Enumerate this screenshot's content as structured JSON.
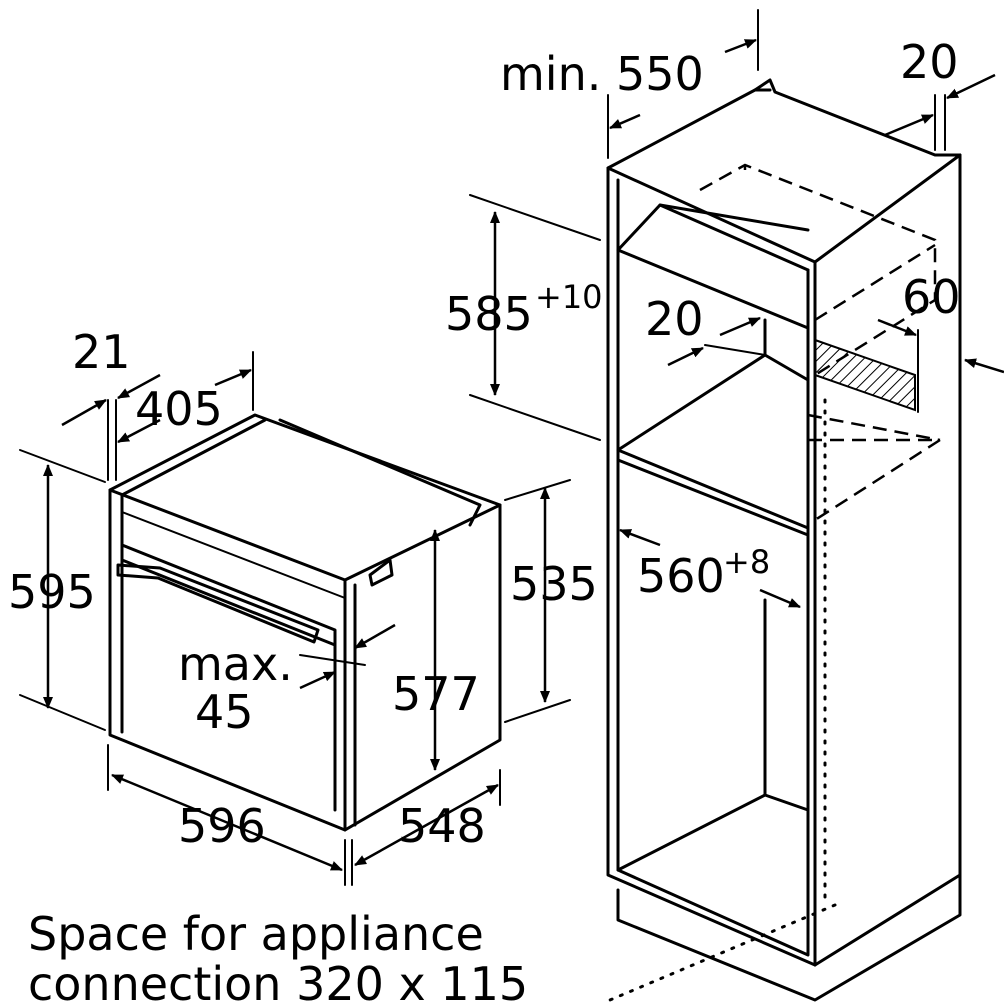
{
  "labels": {
    "min550": "min. 550",
    "top20": "20",
    "niche585": "585",
    "niche585_tol": "+10",
    "inner20": "20",
    "vent60": "60",
    "width560": "560",
    "width560_tol": "+8",
    "d21": "21",
    "d405": "405",
    "h595": "595",
    "h535": "535",
    "h577": "577",
    "max": "max.",
    "max45": "45",
    "w596": "596",
    "d548": "548"
  },
  "caption": {
    "line1": "Space for appliance",
    "line2": "connection 320 x 115"
  },
  "colors": {
    "stroke": "#000000",
    "background": "#ffffff"
  }
}
